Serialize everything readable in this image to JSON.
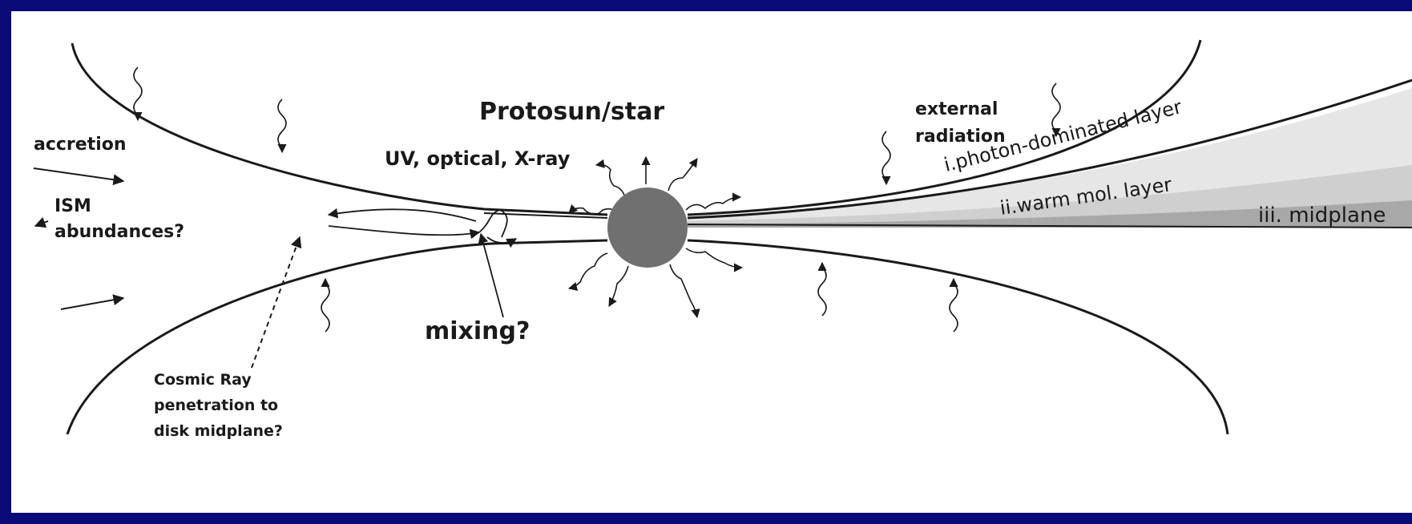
{
  "diagram": {
    "labels": {
      "title": "Protosun/star",
      "radiation": "UV, optical, X-ray",
      "external_line1": "external",
      "external_line2": "radiation",
      "accretion": "accretion",
      "ism_line1": "ISM",
      "ism_line2": "abundances?",
      "mixing": "mixing?",
      "cosmic_line1": "Cosmic Ray",
      "cosmic_line2": "penetration to",
      "cosmic_line3": "disk midplane?"
    },
    "layers": [
      {
        "label": "i.photon-dominated layer",
        "fill": "#e6e6e6"
      },
      {
        "label": "ii.warm mol. layer",
        "fill": "#cfcfcf"
      },
      {
        "label": "iii. midplane",
        "fill": "#a8a8a8"
      }
    ],
    "colors": {
      "background": "#0a0a78",
      "panel": "#ffffff",
      "star": "#707070",
      "ink": "#1a1a1a"
    }
  }
}
